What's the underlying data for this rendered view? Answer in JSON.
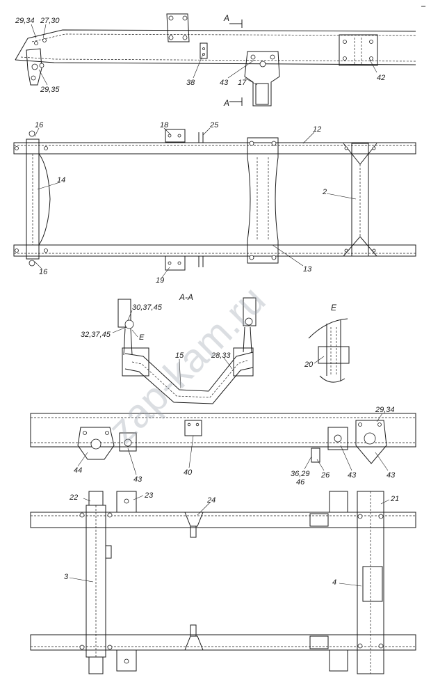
{
  "corner_mark": "–",
  "watermark": "zap-kam.ru",
  "section_labels": {
    "a_top": "A",
    "a_bottom": "A",
    "section_aa": "A-A",
    "detail_e_title": "E",
    "detail_e_ref": "E"
  },
  "callouts": {
    "c_29_34_top": "29,34",
    "c_27_30": "27,30",
    "c_29_35": "29,35",
    "c_38": "38",
    "c_43_top": "43",
    "c_17": "17",
    "c_42": "42",
    "c_16_top": "16",
    "c_18": "18",
    "c_25": "25",
    "c_12": "12",
    "c_14": "14",
    "c_2": "2",
    "c_16_bottom": "16",
    "c_19": "19",
    "c_13": "13",
    "c_30_37_45": "30,37,45",
    "c_32_37_45": "32,37,45",
    "c_15": "15",
    "c_28_33": "28,33",
    "c_20": "20",
    "c_29_34_mid": "29,34",
    "c_44": "44",
    "c_43_a": "43",
    "c_40": "40",
    "c_36_29": "36,29",
    "c_46": "46",
    "c_26": "26",
    "c_43_b": "43",
    "c_43_c": "43",
    "c_22": "22",
    "c_23": "23",
    "c_24": "24",
    "c_21": "21",
    "c_3": "3",
    "c_4": "4"
  }
}
